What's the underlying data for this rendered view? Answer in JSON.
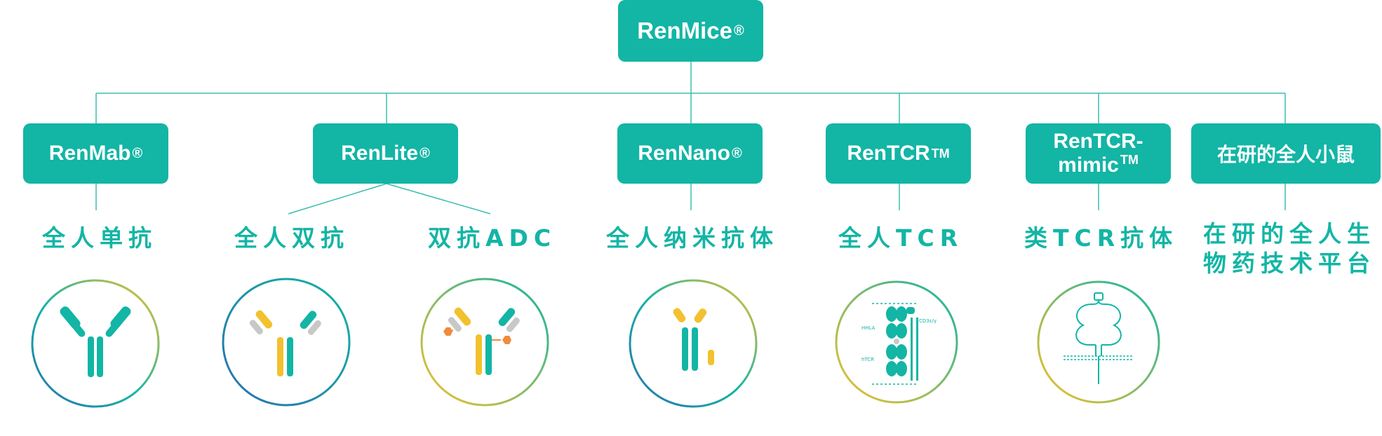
{
  "root": {
    "name": "RenMice",
    "mark": "®"
  },
  "platforms": [
    {
      "name": "RenMab",
      "mark": " ®"
    },
    {
      "name": "RenLite",
      "mark": " ®"
    },
    {
      "name": "RenNano",
      "mark": "®"
    },
    {
      "name": "RenTCR",
      "mark": "TM"
    },
    {
      "name": "RenTCR-",
      "name2": "mimic",
      "mark": "TM"
    },
    {
      "name": "在研的全人小鼠",
      "mark": ""
    }
  ],
  "labels": {
    "renmab": "全人单抗",
    "renlite_1": "全人双抗",
    "renlite_2": "双抗ADC",
    "rennano": "全人纳米抗体",
    "rentcr": "全人TCR",
    "rentcr_mimic": "类TCR抗体",
    "future_1": "在研的全人生",
    "future_2": "物药技术平台"
  },
  "colors": {
    "teal": "#13b5a5",
    "yellow": "#f2c12e",
    "gray": "#c8c8c8",
    "orange": "#f08a3c",
    "blue": "#2a6fb0",
    "line": "#3bbdb0"
  },
  "icons": [
    "antibody-icon",
    "bispecific-antibody-icon",
    "bispecific-adc-icon",
    "nanobody-icon",
    "tcr-icon",
    "tcr-mimic-icon"
  ],
  "tcr_icon_text": {
    "left_top": "HHLA",
    "left_bottom": "hTCR",
    "right": "CD3ε/γ"
  }
}
